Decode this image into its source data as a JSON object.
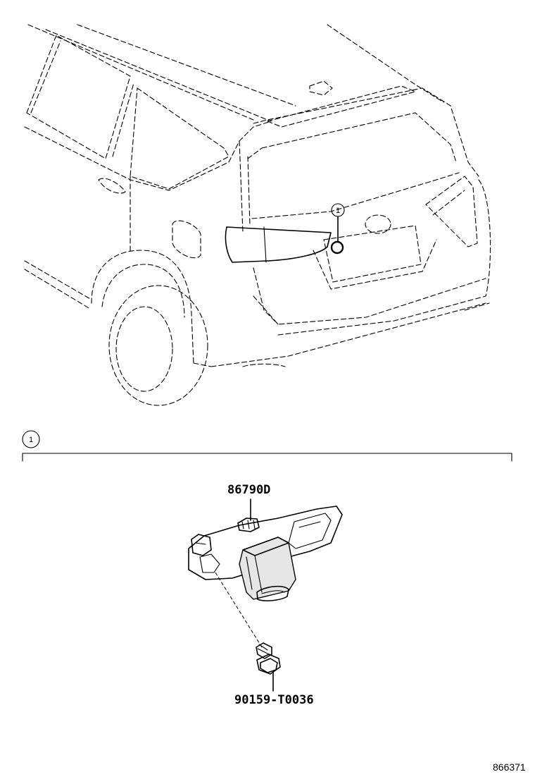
{
  "callouts": {
    "car_callout_number": "1",
    "section_callout_number": "1"
  },
  "parts": {
    "camera_part_number": "86790D",
    "screw_part_number": "90159-T0036"
  },
  "figure_id": "866371"
}
